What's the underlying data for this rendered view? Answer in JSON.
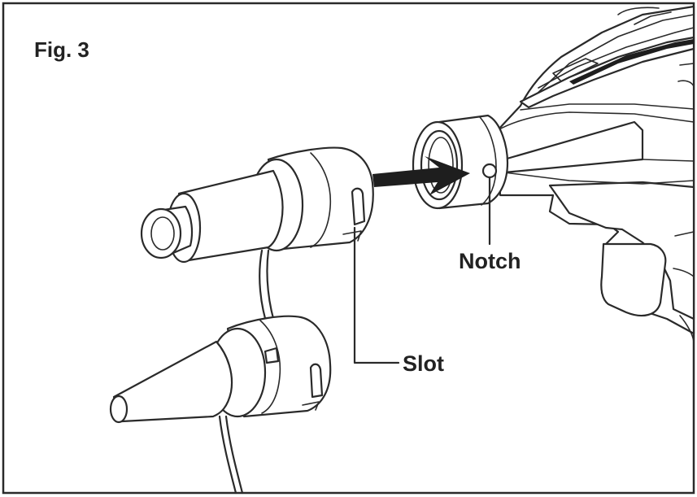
{
  "figure": {
    "title": "Fig. 3",
    "labels": {
      "notch": "Notch",
      "slot": "Slot"
    }
  },
  "colors": {
    "line": "#2a2a2a",
    "text": "#222222",
    "background": "#ffffff"
  }
}
